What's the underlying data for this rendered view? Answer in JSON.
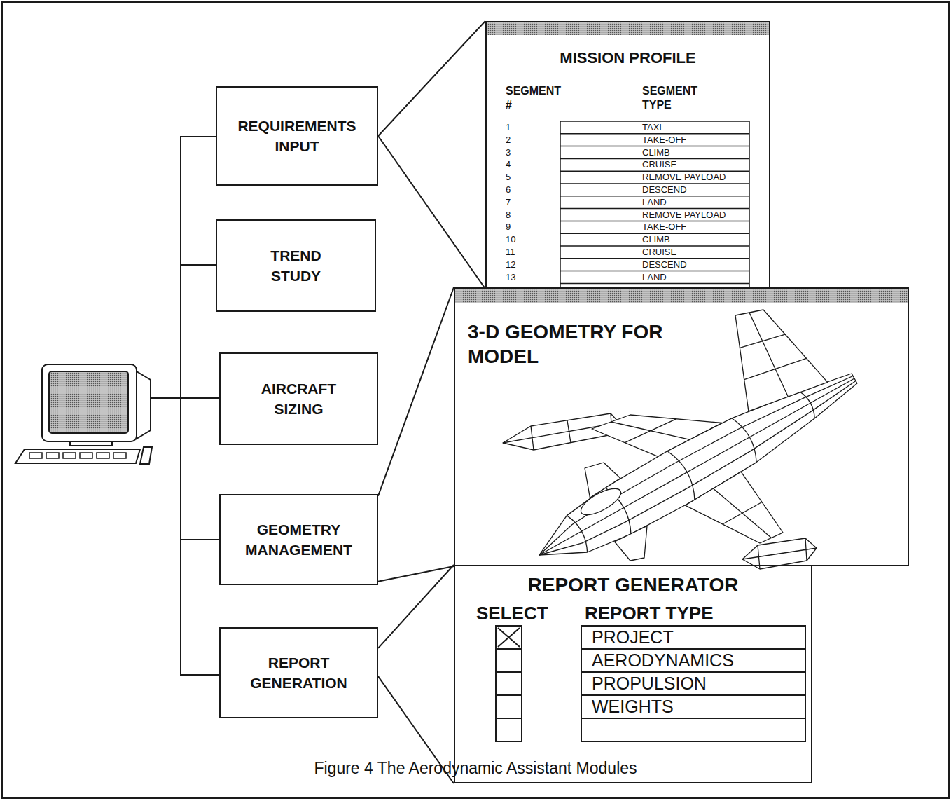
{
  "diagram": {
    "caption": "Figure 4 The Aerodynamic Assistant Modules",
    "nodes": [
      {
        "text": [
          "REQUIREMENTS INPUT"
        ]
      },
      {
        "text": [
          "TREND STUDY"
        ]
      },
      {
        "text": [
          "AIRCRAFT SIZING"
        ]
      },
      {
        "text": [
          "GEOMETRY MANAGEMENT"
        ]
      },
      {
        "text": [
          "REPORT GENERATION"
        ]
      },
      {
        "text": [
          "MISSION PROFILE"
        ]
      },
      {
        "text": [
          "3-D GEOMETRY FOR MODEL"
        ]
      },
      {
        "text": [
          "REPORT GENERATOR"
        ]
      }
    ],
    "edges": [
      {
        "from": 0,
        "to": 5,
        "arrow": "none"
      },
      {
        "from": 3,
        "to": 6,
        "arrow": "none"
      },
      {
        "from": 4,
        "to": 7,
        "arrow": "none"
      }
    ],
    "labels": [
      "SEGMENT #",
      "SEGMENT TYPE",
      "1",
      "TAXI",
      "2",
      "TAKE-OFF",
      "3",
      "CLIMB",
      "4",
      "CRUISE",
      "5",
      "REMOVE PAYLOAD",
      "6",
      "DESCEND",
      "7",
      "LAND",
      "8",
      "REMOVE PAYLOAD",
      "9",
      "TAKE-OFF",
      "10",
      "CLIMB",
      "11",
      "CRUISE",
      "12",
      "DESCEND",
      "13",
      "LAND",
      "SELECT",
      "REPORT TYPE",
      "PROJECT",
      "AERODYNAMICS",
      "PROPULSION",
      "WEIGHTS"
    ]
  }
}
